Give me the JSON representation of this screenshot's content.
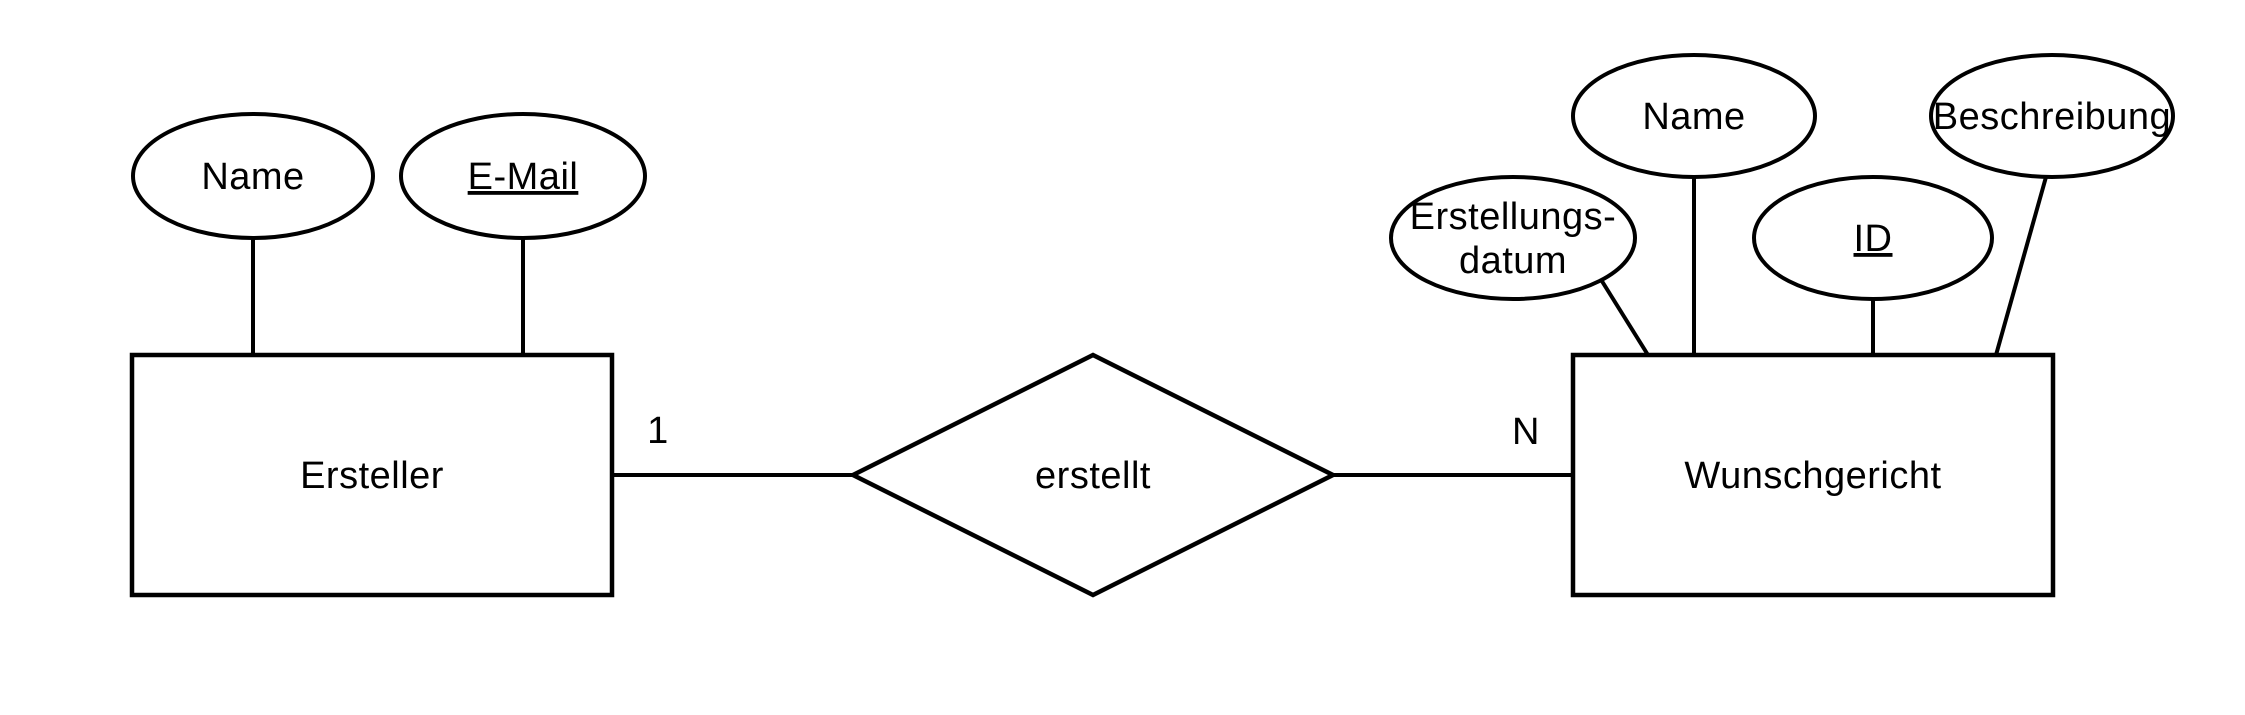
{
  "diagram": {
    "type": "entity-relationship-diagram",
    "colors": {
      "background": "#ffffff",
      "shape_fill": "#ffffff",
      "stroke": "#000000",
      "text": "#000000"
    },
    "entities": {
      "ersteller": {
        "label": "Ersteller",
        "attributes": {
          "name": {
            "label": "Name",
            "is_key": false
          },
          "email": {
            "label": "E-Mail",
            "is_key": true
          }
        }
      },
      "wunschgericht": {
        "label": "Wunschgericht",
        "attributes": {
          "erstellungsdatum": {
            "label": "Erstellungs-datum",
            "label_line1": "Erstellungs-",
            "label_line2": "datum",
            "is_key": false
          },
          "name": {
            "label": "Name",
            "is_key": false
          },
          "id": {
            "label": "ID",
            "is_key": true
          },
          "beschreibung": {
            "label": "Beschreibung",
            "is_key": false
          }
        }
      }
    },
    "relationship": {
      "label": "erstellt",
      "cardinality_left": "1",
      "cardinality_right": "N"
    }
  }
}
